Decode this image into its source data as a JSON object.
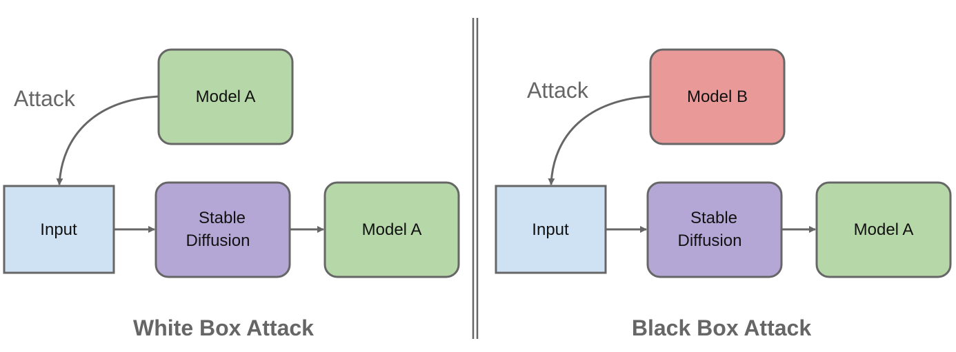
{
  "colors": {
    "input_fill": "#cfe2f3",
    "diffusion_fill": "#b4a7d6",
    "model_a_fill": "#b6d7a8",
    "model_b_fill": "#ea9999",
    "stroke": "#666666",
    "text": "#111111",
    "muted_text": "#666666"
  },
  "white_box": {
    "attack_label": "Attack",
    "attacker_model": "Model A",
    "input": "Input",
    "diffusion_line1": "Stable",
    "diffusion_line2": "Diffusion",
    "target_model": "Model A",
    "caption": "White Box Attack"
  },
  "black_box": {
    "attack_label": "Attack",
    "attacker_model": "Model B",
    "input": "Input",
    "diffusion_line1": "Stable",
    "diffusion_line2": "Diffusion",
    "target_model": "Model A",
    "caption": "Black Box Attack"
  }
}
